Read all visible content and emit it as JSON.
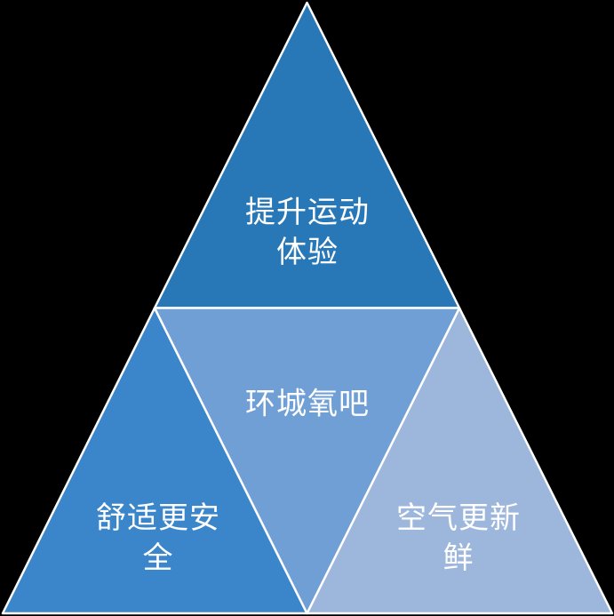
{
  "diagram": {
    "type": "pyramid",
    "background_color": "#000000",
    "divider_color": "#FFFFFF",
    "text_color": "#FFFFFF",
    "segments": {
      "top": {
        "label": "提升运动\n体验",
        "color": "#2878B8"
      },
      "center": {
        "label": "环城氧吧",
        "color": "#6F9FD5"
      },
      "bottom_left": {
        "label": "舒适更安\n全",
        "color": "#3B86CB"
      },
      "bottom_right": {
        "label": "空气更新\n鲜",
        "color": "#9DB6DC"
      }
    }
  }
}
